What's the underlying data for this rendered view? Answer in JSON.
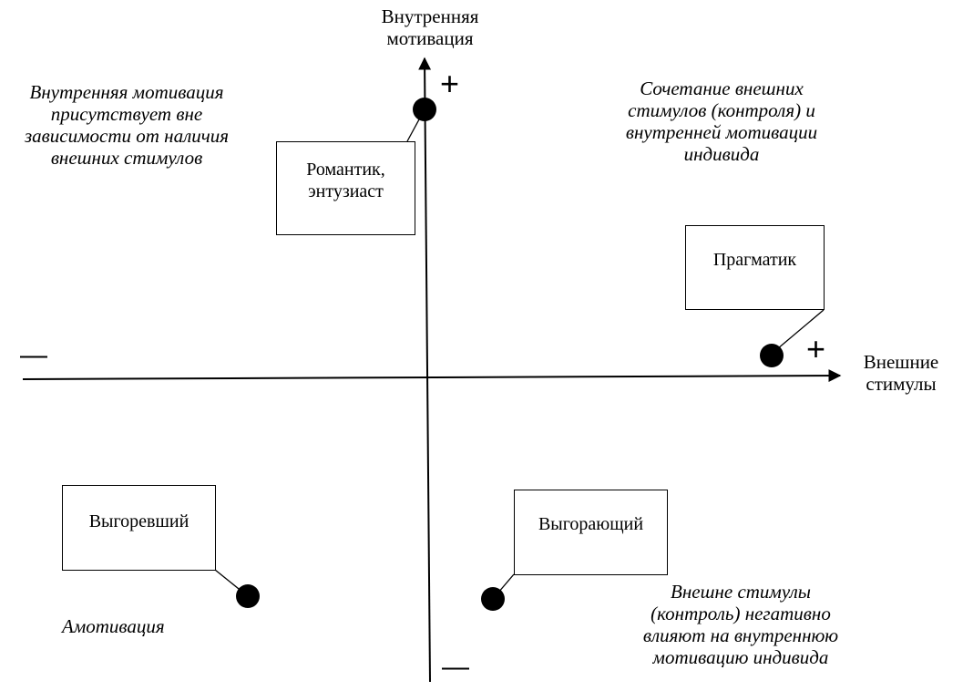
{
  "axes": {
    "vertical_label": [
      "Внутренняя",
      "мотивация"
    ],
    "horizontal_label": [
      "Внешние",
      "стимулы"
    ],
    "plus_sign": "+",
    "minus_sign": "—"
  },
  "boxes": {
    "romantic": [
      "Романтик,",
      "энтузиаст"
    ],
    "pragmatic": "Прагматик",
    "burned_out": "Выгоревший",
    "burning_out": "Выгорающий"
  },
  "notes": {
    "top_left": [
      "Внутренняя мотивация",
      "присутствует вне",
      "зависимости от наличия",
      "внешних стимулов"
    ],
    "top_right": [
      "Сочетание внешних",
      "стимулов (контроля) и",
      "внутренней мотивации",
      "индивида"
    ],
    "bottom_left": "Амотивация",
    "bottom_right": [
      "Внешне стимулы",
      "(контроль) негативно",
      "влияют на внутреннюю",
      "мотивацию индивида"
    ]
  },
  "colors": {
    "ink": "#000000",
    "background": "#ffffff"
  }
}
